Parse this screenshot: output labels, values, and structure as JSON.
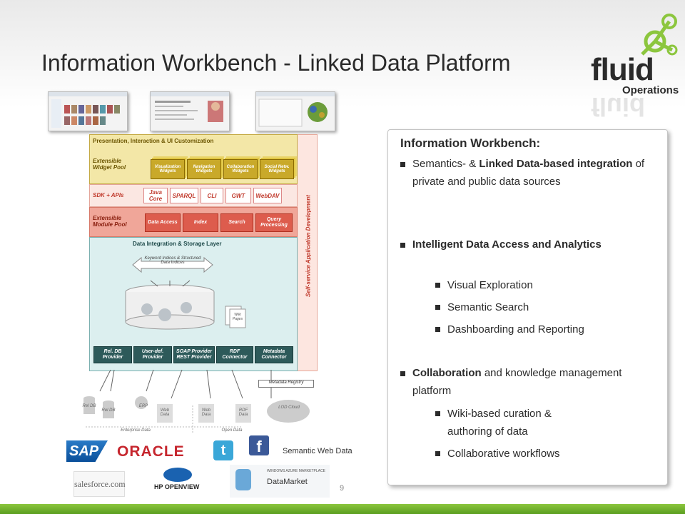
{
  "slide": {
    "title": "Information Workbench - Linked Data Platform",
    "page_number": "9"
  },
  "logo": {
    "brand": "fluid",
    "sub": "Operations",
    "accent_color": "#8cc63e"
  },
  "architecture": {
    "top_layer": "Presentation, Interaction & UI Customization",
    "widget_pool_label": "Extensible Widget Pool",
    "widgets": [
      "Visualization Widgets",
      "Navigation Widgets",
      "Collaboration Widgets",
      "Social Netw. Widgets"
    ],
    "sdk_label": "SDK + APIs",
    "sdk_items": [
      "Java Core",
      "SPARQL",
      "CLI",
      "GWT",
      "WebDAV"
    ],
    "module_label": "Extensible Module Pool",
    "modules": [
      "Data Access",
      "Index",
      "Search",
      "Query Processing"
    ],
    "side_label": "Self-service Application Development",
    "storage_layer": "Data Integration & Storage Layer",
    "indices": "Keyword Indices & Structured Data Indices",
    "wiki_pages": "Wiki Pages",
    "providers": [
      "Rel. DB Provider",
      "User-def. Provider",
      "SOAP Provider REST Provider",
      "RDF Connector",
      "Metadata Connector"
    ],
    "metadata_registry": "Metadata Registry",
    "sources": [
      "Rel DB",
      "Rel DB",
      "ERP",
      "Web Data",
      "Web Data",
      "RDF Data",
      "LOD Cloud"
    ],
    "enterprise_data": "Enterprise Data",
    "open_data": "Open Data"
  },
  "panel": {
    "heading": "Information Workbench:",
    "bullets": [
      {
        "prefix": "Semantics- & ",
        "bold": "Linked Data-based integration",
        "suffix": " of private and public data sources"
      },
      {
        "bold": "Intelligent Data Access and Analytics"
      },
      {
        "text": "Visual Exploration"
      },
      {
        "text": "Semantic Search"
      },
      {
        "text": "Dashboarding and Reporting"
      },
      {
        "bold": "Collaboration",
        "suffix": " and knowledge management platform"
      },
      {
        "text": "Wiki-based curation & authoring of data"
      },
      {
        "text": "Collaborative workflows"
      }
    ]
  },
  "companies": {
    "sap": "SAP",
    "oracle": "ORACLE",
    "salesforce": "salesforce.com",
    "hp": "HP OPENVIEW",
    "azure_small": "WINDOWS AZURE MARKETPLACE",
    "azure": "DataMarket",
    "semantic_web": "Semantic Web Data"
  }
}
